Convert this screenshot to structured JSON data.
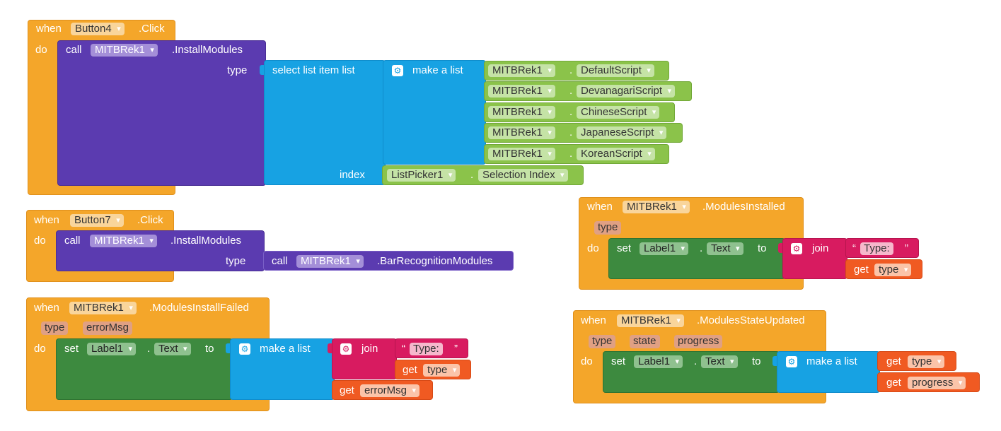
{
  "kw": {
    "when": "when",
    "do": "do",
    "call": "call",
    "type": "type",
    "index": "index",
    "set": "set",
    "to": "to",
    "get": "get",
    "join": "join",
    "make_list": "make a list",
    "select_item": "select list item  list",
    "dot": "."
  },
  "block1": {
    "component": "Button4",
    "event": ".Click",
    "call_comp": "MITBRek1",
    "method": ".InstallModules",
    "scripts": [
      {
        "comp": "MITBRek1",
        "prop": "DefaultScript"
      },
      {
        "comp": "MITBRek1",
        "prop": "DevanagariScript"
      },
      {
        "comp": "MITBRek1",
        "prop": "ChineseScript"
      },
      {
        "comp": "MITBRek1",
        "prop": "JapaneseScript"
      },
      {
        "comp": "MITBRek1",
        "prop": "KoreanScript"
      }
    ],
    "index_comp": "ListPicker1",
    "index_prop": "Selection Index"
  },
  "block2": {
    "component": "Button7",
    "event": ".Click",
    "call_comp": "MITBRek1",
    "method": ".InstallModules",
    "inner_comp": "MITBRek1",
    "inner_method": ".BarRecognitionModules"
  },
  "block3": {
    "component": "MITBRek1",
    "event": ".ModulesInstallFailed",
    "params": [
      "type",
      "errorMsg"
    ],
    "label": "Label1",
    "prop": "Text",
    "str": "Type: ",
    "get1": "type",
    "get2": "errorMsg"
  },
  "block4": {
    "component": "MITBRek1",
    "event": ".ModulesInstalled",
    "params": [
      "type"
    ],
    "label": "Label1",
    "prop": "Text",
    "str": "Type: ",
    "get1": "type"
  },
  "block5": {
    "component": "MITBRek1",
    "event": ".ModulesStateUpdated",
    "params": [
      "type",
      "state",
      "progress"
    ],
    "label": "Label1",
    "prop": "Text",
    "get1": "type",
    "get2": "progress"
  },
  "colors": {
    "event": "#f4a62a",
    "procedure": "#5b3bb0",
    "list": "#17a2e3",
    "component": "#8bc34a",
    "setter": "#3d8a3f",
    "text": "#d81b60",
    "getter": "#f05a22"
  }
}
